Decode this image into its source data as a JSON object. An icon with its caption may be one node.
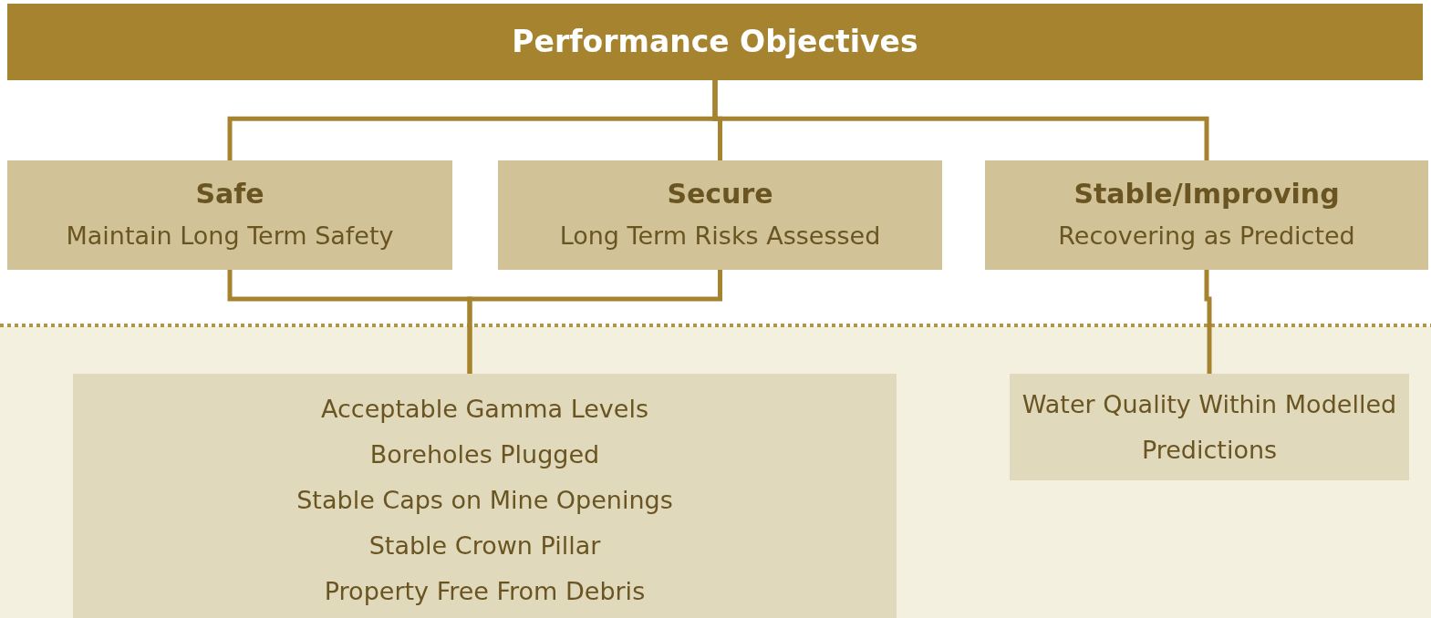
{
  "diagram": {
    "nodes": [
      {
        "text": [
          "Performance Objectives"
        ]
      },
      {
        "text": [
          "Safe",
          "Maintain Long Term Safety"
        ]
      },
      {
        "text": [
          "Secure",
          "Long Term Risks Assessed"
        ]
      },
      {
        "text": [
          "Stable/Improving",
          "Recovering as Predicted"
        ]
      },
      {
        "text": [
          "Acceptable Gamma Levels",
          "Boreholes Plugged",
          "Stable Caps on Mine Openings",
          "Stable Crown Pillar",
          "Property Free From Debris"
        ]
      },
      {
        "text": [
          "Water Quality Within Modelled Predictions"
        ]
      }
    ],
    "edges": [
      {
        "from": 0,
        "to": 1,
        "arrow": "none"
      },
      {
        "from": 0,
        "to": 2,
        "arrow": "none"
      },
      {
        "from": 0,
        "to": 3,
        "arrow": "none"
      },
      {
        "from": 1,
        "to": 4,
        "arrow": "none"
      },
      {
        "from": 2,
        "to": 4,
        "arrow": "none"
      },
      {
        "from": 3,
        "to": 5,
        "arrow": "none"
      }
    ]
  }
}
